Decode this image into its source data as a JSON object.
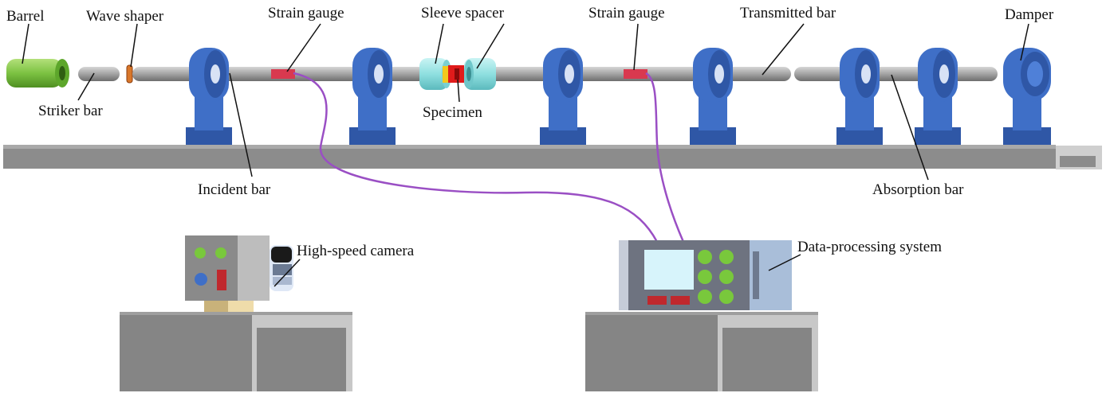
{
  "labels": {
    "barrel": "Barrel",
    "wave_shaper": "Wave shaper",
    "strain_gauge_1": "Strain gauge",
    "sleeve_spacer": "Sleeve spacer",
    "strain_gauge_2": "Strain gauge",
    "transmitted_bar": "Transmitted bar",
    "damper": "Damper",
    "striker_bar": "Striker bar",
    "specimen": "Specimen",
    "incident_bar": "Incident bar",
    "absorption_bar": "Absorption bar",
    "high_speed_camera": "High-speed camera",
    "data_processing_system": "Data-processing system"
  },
  "colors": {
    "support_blue": "#3f6fc7",
    "bar_gray": "#9a9a9a",
    "rail_gray": "#8c8c8c",
    "barrel_green": "#7cc242",
    "sleeve_cyan": "#8fe0e0",
    "specimen_red": "#e01b1b",
    "gauge_red": "#d9394f",
    "wire_purple": "#9a4fc4",
    "button_green": "#79c83c"
  }
}
